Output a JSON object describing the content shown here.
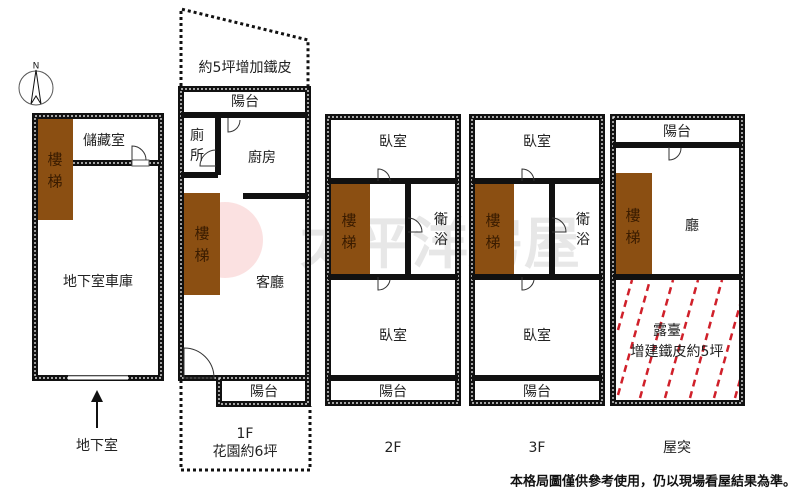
{
  "compass": "N",
  "basement": {
    "storage": "儲藏室",
    "stair": [
      "樓",
      "梯"
    ],
    "garage": "地下室車庫",
    "label": "地下室"
  },
  "f1": {
    "extension": "約5坪增加鐵皮",
    "balcony_top": "陽台",
    "toilet": [
      "廁",
      "所"
    ],
    "kitchen": "廚房",
    "stair": [
      "樓",
      "梯"
    ],
    "living": "客廳",
    "balcony_bottom": "陽台",
    "label": "1F",
    "garden": "花園約6坪"
  },
  "f2": {
    "bedroom_top": "臥室",
    "stair": [
      "樓",
      "梯"
    ],
    "bath": [
      "衛",
      "浴"
    ],
    "bedroom_bottom": "臥室",
    "balcony": "陽台",
    "label": "2F"
  },
  "f3": {
    "bedroom_top": "臥室",
    "stair": [
      "樓",
      "梯"
    ],
    "bath": [
      "衛",
      "浴"
    ],
    "bedroom_bottom": "臥室",
    "balcony": "陽台",
    "label": "3F"
  },
  "roof": {
    "balcony": "陽台",
    "stair": [
      "樓",
      "梯"
    ],
    "hall": "廳",
    "terrace": "露臺",
    "terrace_note": "增建鐵皮約5坪",
    "label": "屋突"
  },
  "watermark": "太平洋房屋",
  "footer": "本格局圖僅供參考使用，仍以現場看屋結果為準。"
}
